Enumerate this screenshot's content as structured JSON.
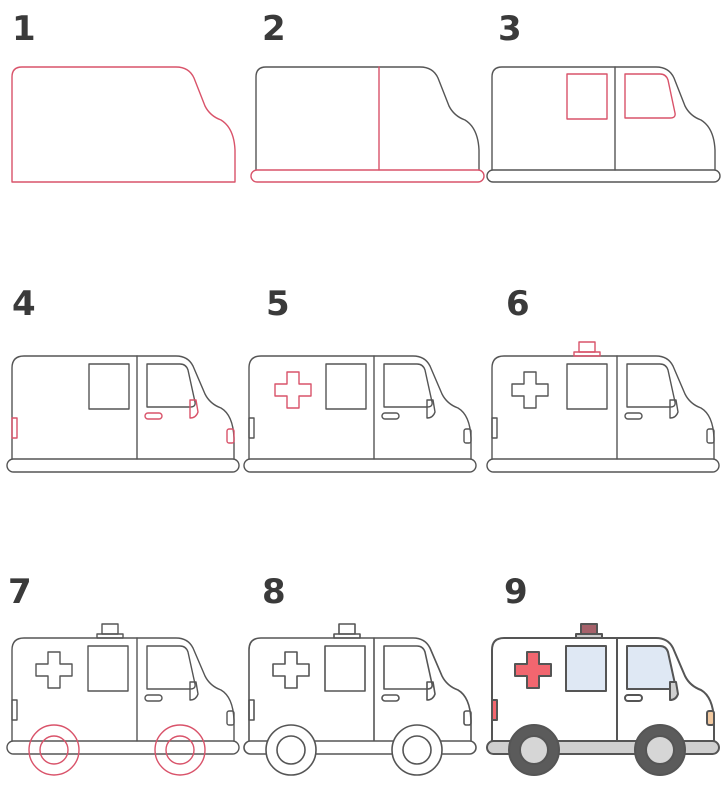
{
  "steps": [
    {
      "number": "1"
    },
    {
      "number": "2"
    },
    {
      "number": "3"
    },
    {
      "number": "4"
    },
    {
      "number": "5"
    },
    {
      "number": "6"
    },
    {
      "number": "7"
    },
    {
      "number": "8"
    },
    {
      "number": "9"
    }
  ],
  "colors": {
    "outline": "#555555",
    "new_stroke": "#d9536a",
    "cross_fill": "#f2666f",
    "window_fill": "#dfe8f4",
    "siren_fill": "#a6616a",
    "tire_fill": "#5b5b5b",
    "hub_fill": "#d6d6d6",
    "bumper_fill": "#cfcfcf",
    "light_fill": "#f2c9a0",
    "number": "#3a3a3a"
  }
}
